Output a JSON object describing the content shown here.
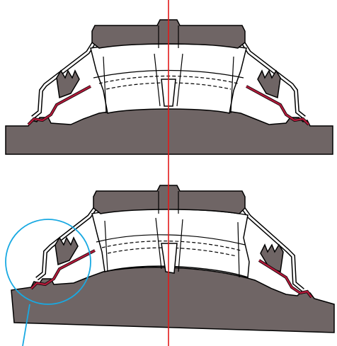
{
  "diagram": {
    "description_free": true,
    "colors": {
      "background": "#ffffff",
      "body_fill": "#6f6565",
      "hub_fill": "#d2cdcd",
      "outline": "#000000",
      "seal_red": "#b01a3a",
      "center_line": "#e21a1a",
      "highlight_circle": "#19a9e2",
      "part_white": "#ffffff"
    },
    "views": [
      {
        "name": "level-base-view",
        "tilt": "none"
      },
      {
        "name": "tilted-base-view",
        "tilt": "left-up"
      }
    ],
    "icons": [
      "detail-callout-circle",
      "leader-line",
      "center-axis-line"
    ]
  }
}
